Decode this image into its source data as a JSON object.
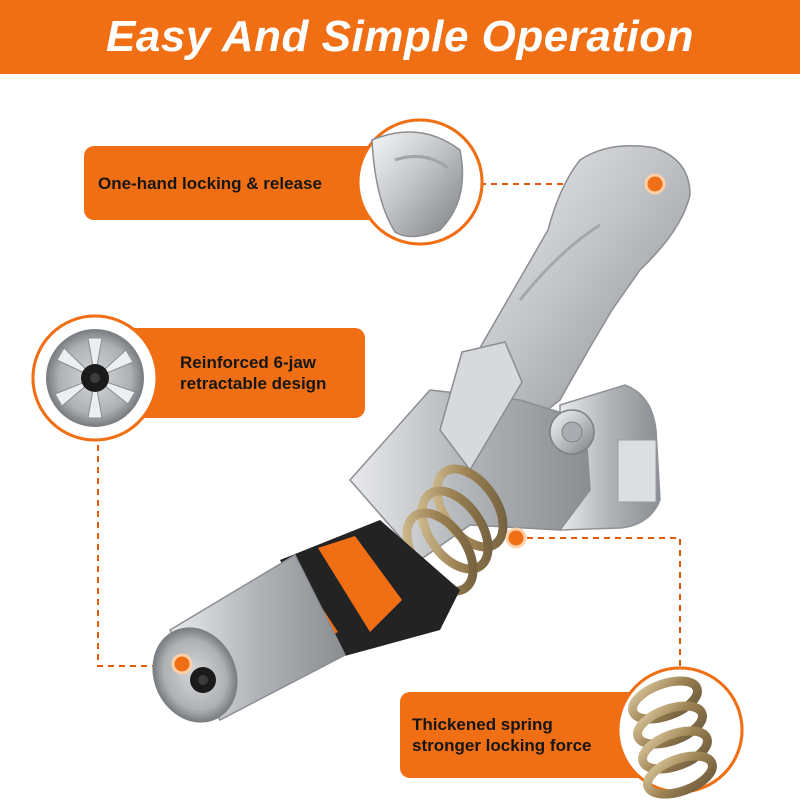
{
  "banner": {
    "title": "Easy And Simple Operation",
    "color": "#f06f14"
  },
  "callouts": [
    {
      "lines": [
        "One-hand locking & release"
      ]
    },
    {
      "lines": [
        "Reinforced 6-jaw",
        "retractable design"
      ]
    },
    {
      "lines": [
        "Thickened spring",
        "stronger locking force"
      ]
    }
  ],
  "colors": {
    "accent": "#f06f14",
    "metal": "#c4c6c8",
    "grip": "#232323",
    "spring": "#b19a68"
  }
}
